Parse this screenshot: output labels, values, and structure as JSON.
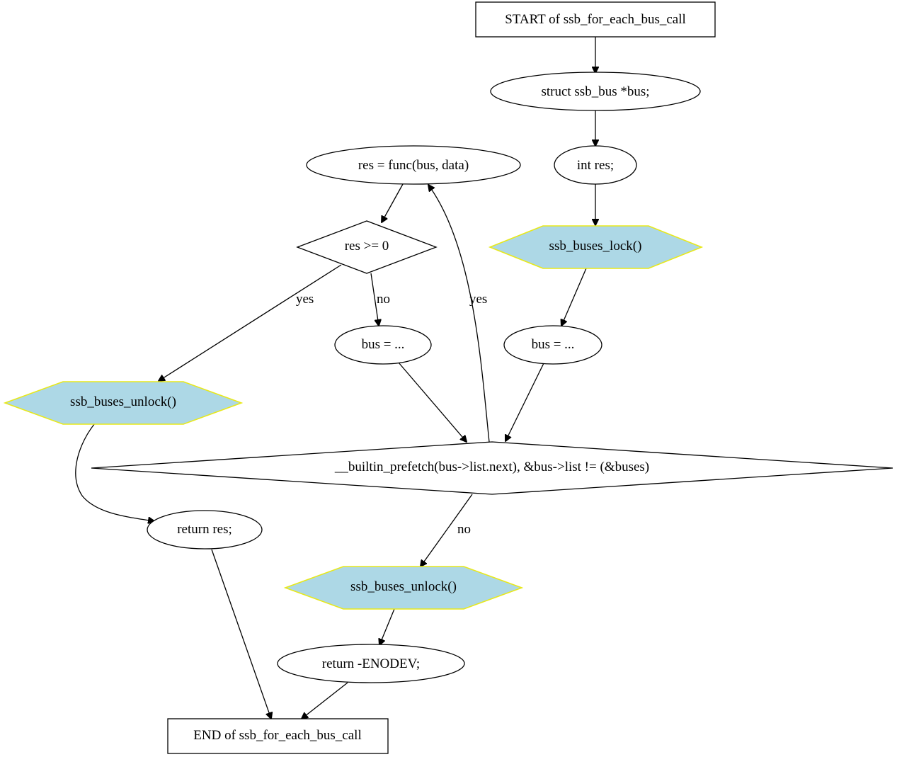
{
  "nodes": {
    "start": "START of ssb_for_each_bus_call",
    "decl_bus": "struct ssb_bus *bus;",
    "decl_res": "int res;",
    "lock": "ssb_buses_lock()",
    "bus_init": "bus = ...",
    "res_func": "res = func(bus, data)",
    "res_check": "res >= 0",
    "bus_next": "bus = ...",
    "unlock_yes": "ssb_buses_unlock()",
    "loop_cond": "__builtin_prefetch(bus->list.next), &bus->list != (&buses)",
    "return_res": "return res;",
    "unlock_end": "ssb_buses_unlock()",
    "return_enodev": "return -ENODEV;",
    "end": "END of ssb_for_each_bus_call"
  },
  "edge_labels": {
    "res_check_yes": "yes",
    "res_check_no": "no",
    "loop_yes": "yes",
    "loop_no": "no"
  }
}
